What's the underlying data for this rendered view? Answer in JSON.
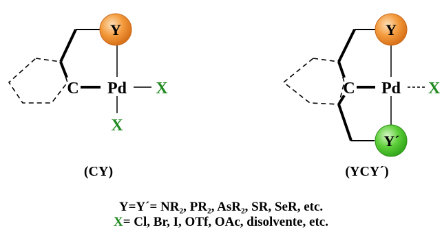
{
  "structures": [
    {
      "label": "(CY)",
      "carbon": "C",
      "metal": "Pd",
      "donor": "Y",
      "ligand_trans": "X",
      "ligand_bottom": "X"
    },
    {
      "label": "(YCY´)",
      "carbon": "C",
      "metal": "Pd",
      "donor_top": "Y",
      "donor_bottom": "Y´",
      "ligand_trans": "X"
    }
  ],
  "legend": {
    "line1": "Y=Y´= NR₂, PR₂, AsR₂, SR, SeR, etc.",
    "line2_symbol": "X",
    "line2_text": "= Cl, Br, I, OTf, OAc, disolvente, etc."
  },
  "colors": {
    "ligand_x": "#1f8a1f",
    "donor_y_fill": "#f39a3c",
    "donor_yprime_fill": "#5ecf3a"
  }
}
